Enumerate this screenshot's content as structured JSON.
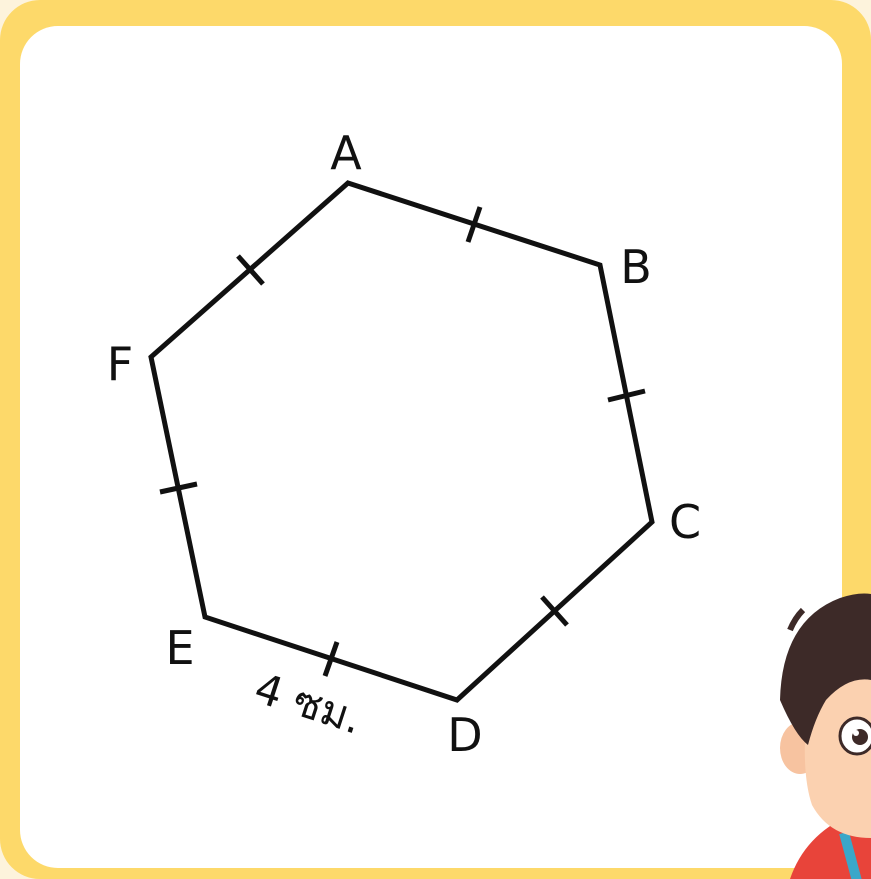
{
  "diagram": {
    "vertices": [
      "A",
      "B",
      "C",
      "D",
      "E",
      "F"
    ],
    "side_label": "4 ซม."
  },
  "colors": {
    "frame": "#fdd96a",
    "card": "#ffffff",
    "stroke": "#111111"
  }
}
